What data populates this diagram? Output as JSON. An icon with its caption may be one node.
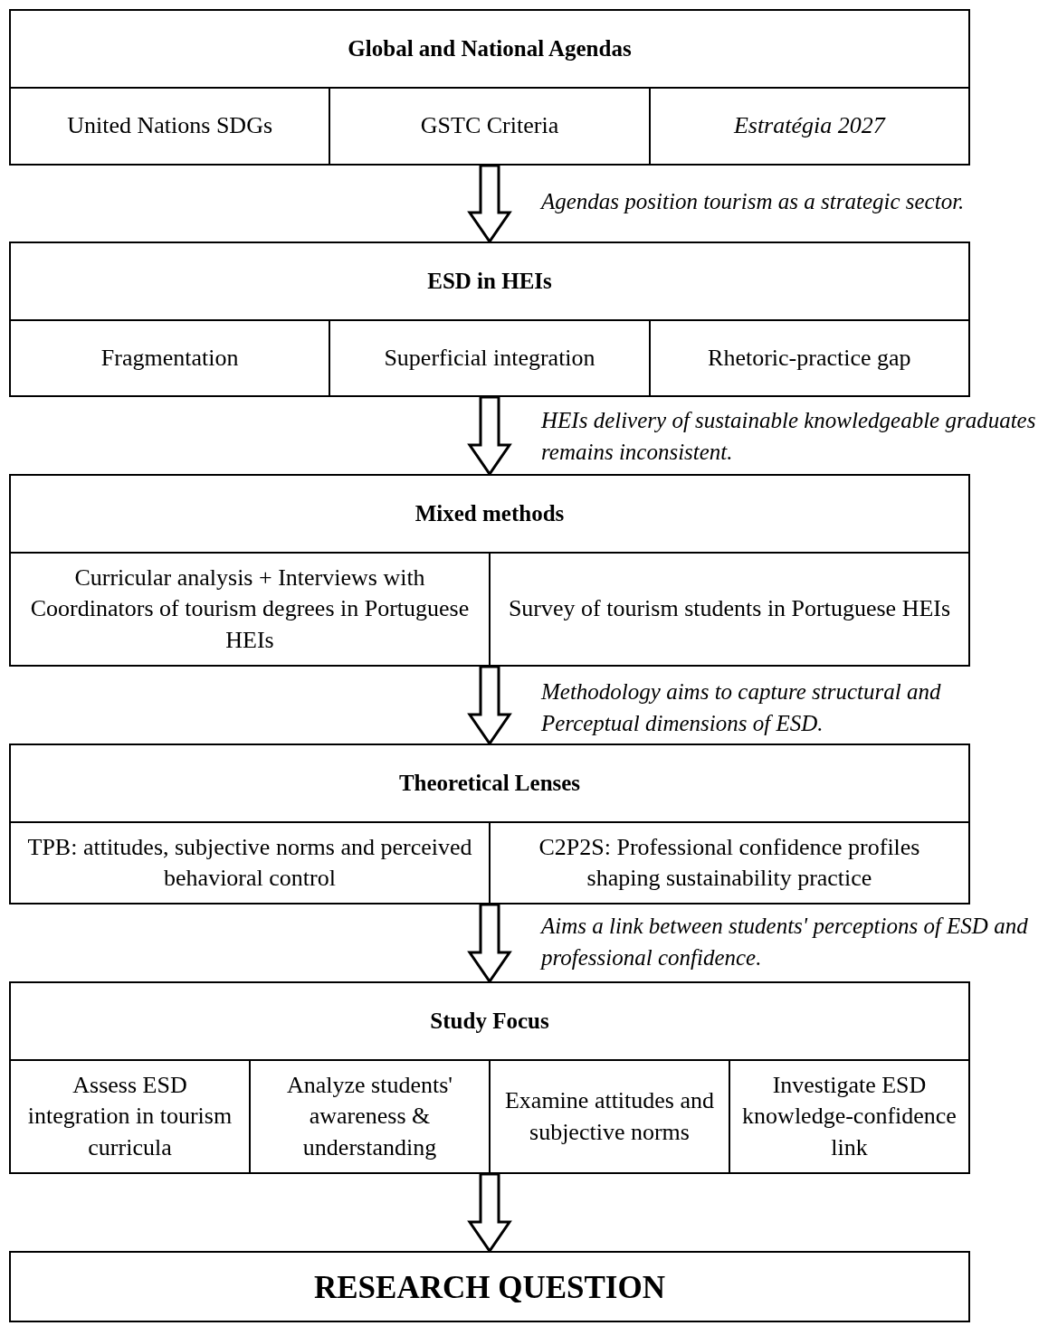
{
  "diagram": {
    "nodes": [
      {
        "text": [
          "Global and National Agendas"
        ]
      },
      {
        "text": [
          "United Nations SDGs"
        ],
        "in": 0
      },
      {
        "text": [
          "GSTC Criteria"
        ],
        "in": 0
      },
      {
        "text": [
          "Estratégia 2027"
        ],
        "in": 0
      },
      {
        "text": [
          "ESD in HEIs"
        ]
      },
      {
        "text": [
          "Fragmentation"
        ],
        "in": 4
      },
      {
        "text": [
          "Superficial integration"
        ],
        "in": 4
      },
      {
        "text": [
          "Rhetoric-practice gap"
        ],
        "in": 4
      },
      {
        "text": [
          "Mixed methods"
        ]
      },
      {
        "text": [
          "Curricular analysis + Interviews with Coordinators of tourism degrees in Portuguese HEIs"
        ],
        "in": 8
      },
      {
        "text": [
          "Survey of tourism students in Portuguese HEIs"
        ],
        "in": 8
      },
      {
        "text": [
          "Theoretical Lenses"
        ]
      },
      {
        "text": [
          "TPB: attitudes, subjective norms and perceived behavioral control"
        ],
        "in": 11
      },
      {
        "text": [
          "C2P2S: Professional confidence profiles shaping sustainability practice"
        ],
        "in": 11
      },
      {
        "text": [
          "Study Focus"
        ]
      },
      {
        "text": [
          "Assess ESD integration in tourism curricula"
        ],
        "in": 14
      },
      {
        "text": [
          "Analyze students' awareness & understanding"
        ],
        "in": 14
      },
      {
        "text": [
          "Examine attitudes and subjective norms"
        ],
        "in": 14
      },
      {
        "text": [
          "Investigate ESD knowledge-confidence link"
        ],
        "in": 14
      },
      {
        "text": [
          "RESEARCH QUESTION"
        ]
      }
    ],
    "edges": [
      {
        "from": 0,
        "to": 4,
        "arrow": "to",
        "label": "Agendas position tourism as a strategic sector."
      },
      {
        "from": 4,
        "to": 8,
        "arrow": "to",
        "label": "HEIs delivery of sustainable knowledgeable graduates remains inconsistent."
      },
      {
        "from": 8,
        "to": 11,
        "arrow": "to",
        "label": "Methodology aims to capture structural and Perceptual dimensions of ESD."
      },
      {
        "from": 11,
        "to": 14,
        "arrow": "to",
        "label": "Aims a link between students' perceptions of ESD and professional confidence."
      },
      {
        "from": 14,
        "to": 19,
        "arrow": "to"
      }
    ]
  }
}
